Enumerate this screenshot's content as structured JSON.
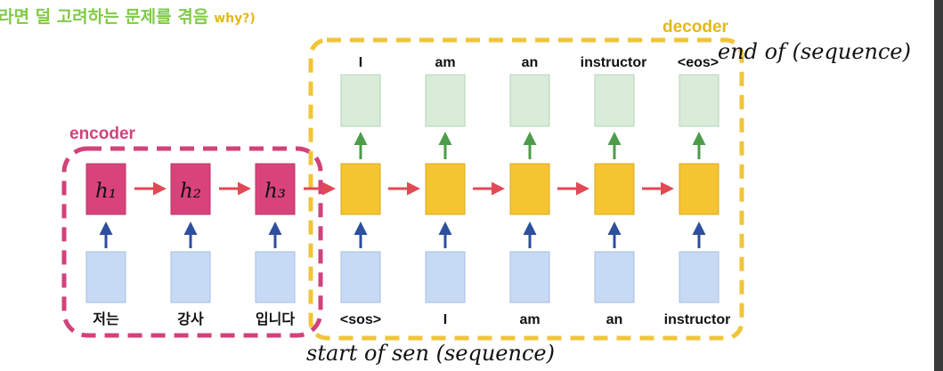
{
  "header": {
    "note": "라면 덜 고려하는 문제를 겪음",
    "note_suffix": "why?)"
  },
  "encoder": {
    "label": "encoder",
    "hidden_states": [
      "h₁",
      "h₂",
      "h₃"
    ],
    "inputs": [
      "저는",
      "강사",
      "입니다"
    ]
  },
  "decoder": {
    "label": "decoder",
    "inputs": [
      "<sos>",
      "I",
      "am",
      "an",
      "instructor"
    ],
    "outputs": [
      "I",
      "am",
      "an",
      "instructor",
      "<eos>"
    ]
  },
  "annotations": {
    "end_note": "end of (sequence)",
    "start_note": "start of sen (sequence)"
  },
  "colors": {
    "encoder_border": "#d2427a",
    "encoder_box": "#d9437c",
    "decoder_border": "#f0c53a",
    "decoder_box": "#f5c531",
    "input_box": "#c6daf6",
    "output_box": "#d8ecd9",
    "forward_arrow": "#e04a55",
    "up_arrow_input": "#2d4f9d",
    "up_arrow_output": "#4d9c4a",
    "note_green": "#7ecb45",
    "note_yellow": "#e3b81c",
    "ink_dark": "#111111",
    "ink_red": "#c2263a"
  }
}
